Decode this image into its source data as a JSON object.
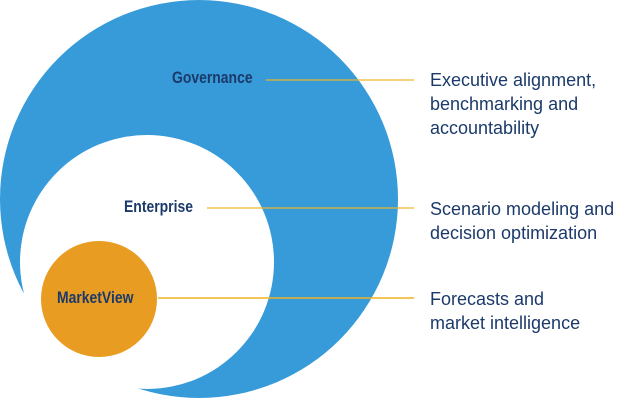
{
  "colors": {
    "outer": "#379bd9",
    "middle": "#ffffff",
    "inner": "#e99c22",
    "connector": "#f0b323",
    "text": "#1b3a6a"
  },
  "levels": [
    {
      "name": "Governance",
      "description": [
        "Executive alignment,",
        "benchmarking and",
        "accountability"
      ]
    },
    {
      "name": "Enterprise",
      "description": [
        "Scenario modeling and",
        "decision optimization"
      ]
    },
    {
      "name": "MarketView",
      "description": [
        "Forecasts and",
        "market intelligence"
      ]
    }
  ]
}
